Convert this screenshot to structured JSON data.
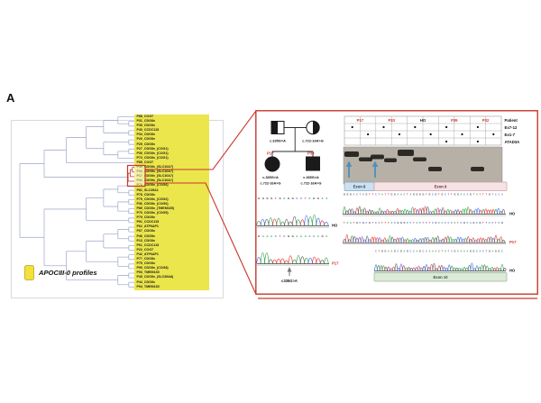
{
  "figure": {
    "panel_label": "A",
    "legend_label": "APOCIII-0 profiles"
  },
  "dendrogram": {
    "leaves": [
      "P88_COG7",
      "P31_CDGIIx",
      "P35_CDGIIx",
      "P40_CCDC115",
      "P34_CDGIIx",
      "P20_CDGIIx",
      "P25_CDGIIx",
      "P27_CDGIIx_(COG1)",
      "P30_CDGIIx_(COG1)",
      "P73_CDGIIx_(COG1)",
      "P85_COG7",
      "P39_CDGIIx_(SLC10A7)",
      "P33_CDGIIx_(SLC10A7)",
      "P17_CDGIIx_(SLC10A7)",
      "P32_CDGIIx_(SLC10A7)",
      "P74_CDGIIx_(COG6)",
      "P81_SLC35A1",
      "P78_CDGIIx",
      "P75_CDGIIx_(COG2)",
      "P36_CDGIIx_(COG6)",
      "P89_CDGIIx_(TMEM165)",
      "P70_CDGIIx_(COG5)",
      "P79_CDGIIx",
      "P91_CCDC115",
      "P62_ATP6AP1",
      "P67_CDGIIx",
      "P46_CDGIIx",
      "P13_CDGIIx",
      "P61_CCDC115",
      "P22_COG7",
      "P42_ATP6AP1",
      "P77_CDGIIx",
      "P75_CDGIIx",
      "P95_CDGIIx_(COG8)",
      "P93_TMEM165",
      "P45_CDGIIx_(SLC39A8)",
      "P44_CDGIIx",
      "P94_TMEM165"
    ],
    "topology": [
      [
        [
          [
            [
              [
                0,
                [
                  1,
                  2
                ]
              ],
              [
                3,
                4
              ]
            ],
            [
              [
                5,
                6
              ],
              [
                [
                  7,
                  8
                ],
                9
              ]
            ]
          ],
          10
        ],
        [
          [
            [
              11,
              12
            ],
            13
          ],
          14
        ]
      ],
      [
        [
          [
            [
              15,
              [
                16,
                17
              ]
            ],
            [
              [
                18,
                19
              ],
              [
                20,
                21
              ]
            ]
          ],
          [
            22,
            23
          ]
        ],
        [
          [
            [
              [
                [
                  24,
                  25
                ],
                [
                  26,
                  27
                ]
              ],
              [
                28,
                29
              ]
            ],
            [
              [
                30,
                31
              ],
              [
                32,
                33
              ]
            ]
          ],
          [
            [
              34,
              35
            ],
            [
              36,
              37
            ]
          ]
        ]
      ]
    ],
    "highlighted_gene": "SLC10A7"
  },
  "pedigree": {
    "father_variant": "c.335G>A",
    "mother_variant": "c.722-16A>G",
    "children": [
      {
        "id": "P17",
        "sex": "female",
        "variants": [
          "c.335G>A",
          "c.722-16A>G"
        ]
      },
      {
        "id": "P33",
        "sex": "male",
        "variants": [
          "c.335G>A",
          "c.722-16A>G"
        ]
      }
    ]
  },
  "sanger_left": {
    "traces": [
      {
        "label": "HO"
      },
      {
        "label": "P17"
      }
    ],
    "variant_annotation": "c335G>A"
  },
  "gel": {
    "lane_groups": [
      "P17",
      "P33",
      "HO",
      "P39",
      "P32"
    ],
    "control_group": "HO",
    "row_labels": [
      "Patient",
      "Ex7-12",
      "Ex1-7",
      "ATAD3A"
    ],
    "dots": {
      "row2": [
        1,
        3,
        5,
        7,
        9
      ],
      "row3": [
        2,
        4,
        6,
        8,
        10
      ],
      "row4": [
        7,
        9
      ]
    },
    "bands": [
      [
        99,
        46,
        16,
        6
      ],
      [
        115,
        52.5,
        15,
        4.5
      ],
      [
        128,
        49.5,
        15,
        5
      ],
      [
        143,
        53.5,
        14,
        4.5
      ],
      [
        158,
        44,
        18,
        7
      ],
      [
        175,
        52.5,
        15,
        4.5
      ],
      [
        192,
        63,
        15,
        5
      ],
      [
        239,
        63,
        15,
        5
      ]
    ],
    "arrow_lanes_x": [
      104,
      133
    ]
  },
  "sanger_right": {
    "exon_bars": [
      "Exon 8",
      "Exon 9",
      "Exon 10"
    ],
    "traces": [
      {
        "label": "HO"
      },
      {
        "label": "P17"
      },
      {
        "label": "HO"
      }
    ]
  },
  "colors": {
    "red": "#c9372b",
    "tree_line": "#a9b0cf",
    "yellow": "#ebe64b",
    "gel_bg": "#b6b0a6",
    "gel_band": "#211e1b",
    "arrow_blue": "#4d8fc0",
    "exon8_fill": "#cfe0ee",
    "exon8_border": "#7aa7c7",
    "exon9_fill": "#f6e3e6",
    "exon9_border": "#c9a0a6",
    "exon10_fill": "#dcead9",
    "exon10_border": "#9ab68f",
    "peak_palette": [
      "#e03131",
      "#2f9e44",
      "#4263eb",
      "#555555"
    ],
    "base_colors": {
      "A": "#2f9e44",
      "C": "#4263eb",
      "G": "#333333",
      "T": "#e03131"
    }
  }
}
